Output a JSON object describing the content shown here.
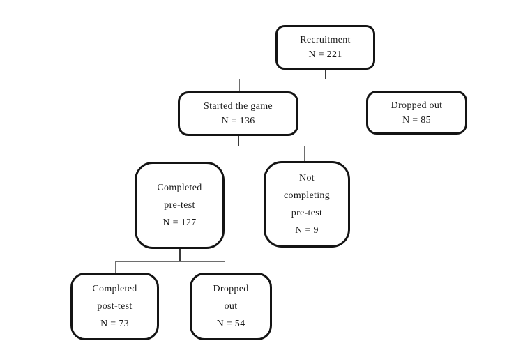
{
  "diagram": {
    "type": "flowchart",
    "nodes": {
      "recruitment": {
        "lines": [
          "Recruitment",
          "N = 221"
        ]
      },
      "started_game": {
        "lines": [
          "Started the game",
          "N = 136"
        ]
      },
      "dropped_out_1": {
        "lines": [
          "Dropped out",
          "N = 85"
        ]
      },
      "completed_pretest": {
        "lines": [
          "Completed",
          "pre-test",
          "N = 127"
        ]
      },
      "not_completing": {
        "lines": [
          "Not",
          "completing",
          "pre-test",
          "N = 9"
        ]
      },
      "completed_posttest": {
        "lines": [
          "Completed",
          "post-test",
          "N = 73"
        ]
      },
      "dropped_out_2": {
        "lines": [
          "Dropped",
          "out",
          "N = 54"
        ]
      }
    },
    "edges": [
      {
        "from": "recruitment",
        "to": "started_game"
      },
      {
        "from": "recruitment",
        "to": "dropped_out_1"
      },
      {
        "from": "started_game",
        "to": "completed_pretest"
      },
      {
        "from": "started_game",
        "to": "not_completing"
      },
      {
        "from": "completed_pretest",
        "to": "completed_posttest"
      },
      {
        "from": "completed_pretest",
        "to": "dropped_out_2"
      }
    ]
  },
  "colors": {
    "box_border": "#141414",
    "box_fill": "#ffffff",
    "connector": "#6e6e6e",
    "connector_dark": "#3a3a3a",
    "text": "#1a1a1a",
    "background": "#ffffff"
  }
}
